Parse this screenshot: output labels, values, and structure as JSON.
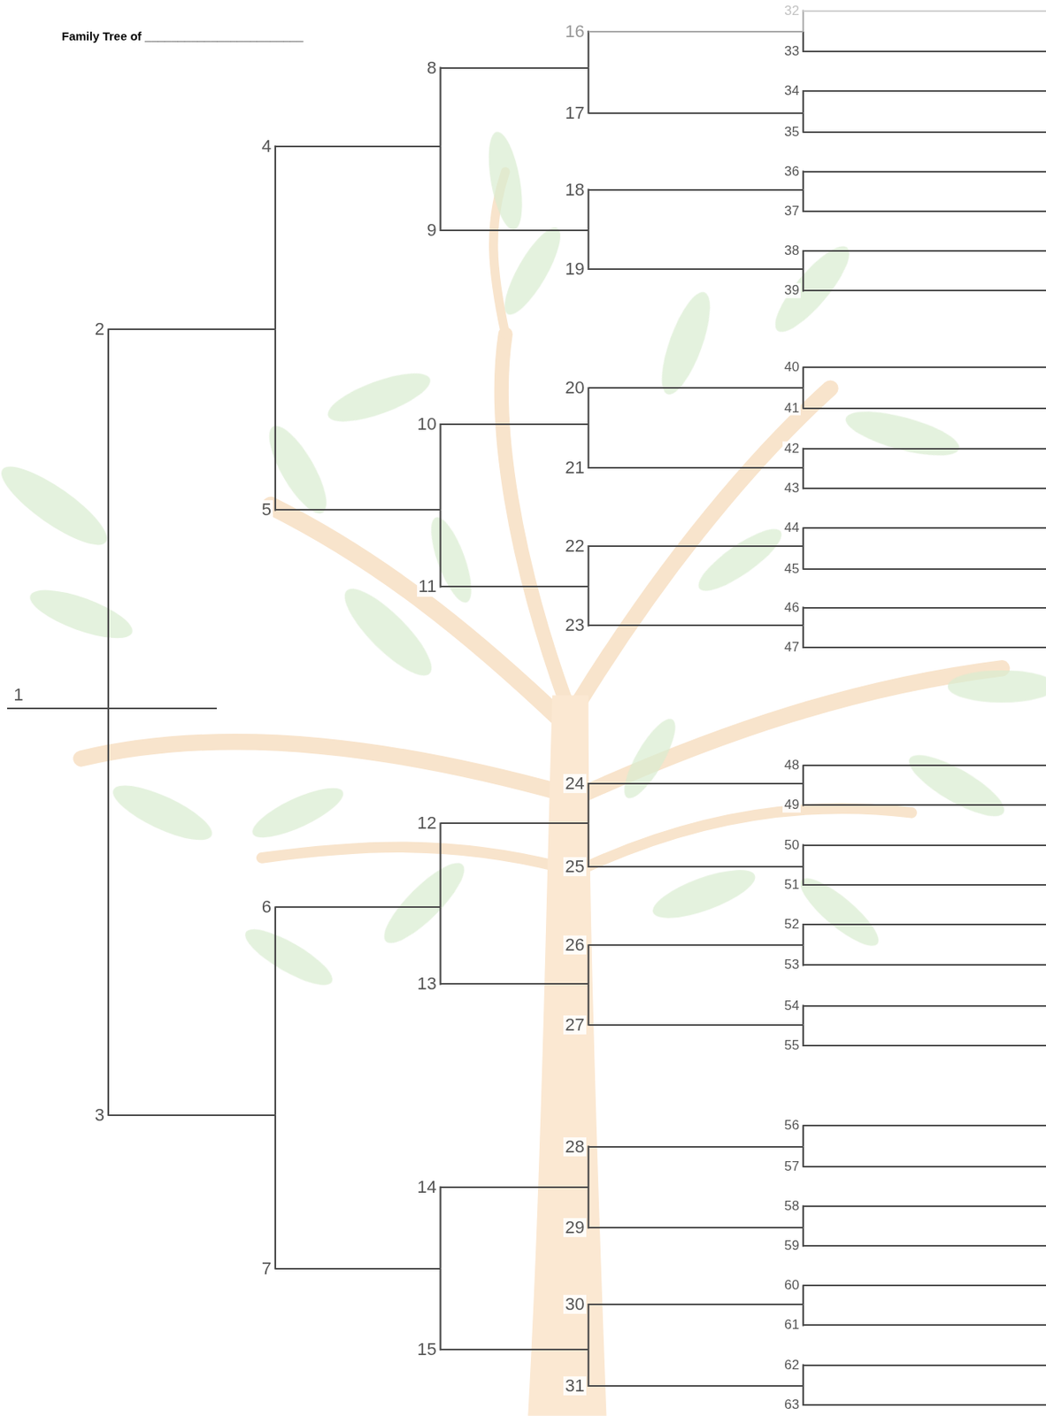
{
  "diagram": {
    "title": "Family Tree of ________________________",
    "nodes": [
      {
        "text": [
          "1"
        ]
      },
      {
        "text": [
          "2"
        ]
      },
      {
        "text": [
          "3"
        ]
      },
      {
        "text": [
          "4"
        ]
      },
      {
        "text": [
          "5"
        ]
      },
      {
        "text": [
          "6"
        ]
      },
      {
        "text": [
          "7"
        ]
      },
      {
        "text": [
          "8"
        ]
      },
      {
        "text": [
          "9"
        ]
      },
      {
        "text": [
          "10"
        ]
      },
      {
        "text": [
          "11"
        ]
      },
      {
        "text": [
          "12"
        ]
      },
      {
        "text": [
          "13"
        ]
      },
      {
        "text": [
          "14"
        ]
      },
      {
        "text": [
          "15"
        ]
      },
      {
        "text": [
          "16"
        ]
      },
      {
        "text": [
          "17"
        ]
      },
      {
        "text": [
          "18"
        ]
      },
      {
        "text": [
          "19"
        ]
      },
      {
        "text": [
          "20"
        ]
      },
      {
        "text": [
          "21"
        ]
      },
      {
        "text": [
          "22"
        ]
      },
      {
        "text": [
          "23"
        ]
      },
      {
        "text": [
          "24"
        ]
      },
      {
        "text": [
          "25"
        ]
      },
      {
        "text": [
          "26"
        ]
      },
      {
        "text": [
          "27"
        ]
      },
      {
        "text": [
          "28"
        ]
      },
      {
        "text": [
          "29"
        ]
      },
      {
        "text": [
          "30"
        ]
      },
      {
        "text": [
          "31"
        ]
      },
      {
        "text": [
          "32"
        ]
      },
      {
        "text": [
          "33"
        ]
      },
      {
        "text": [
          "34"
        ]
      },
      {
        "text": [
          "35"
        ]
      },
      {
        "text": [
          "36"
        ]
      },
      {
        "text": [
          "37"
        ]
      },
      {
        "text": [
          "38"
        ]
      },
      {
        "text": [
          "39"
        ]
      },
      {
        "text": [
          "40"
        ]
      },
      {
        "text": [
          "41"
        ]
      },
      {
        "text": [
          "42"
        ]
      },
      {
        "text": [
          "43"
        ]
      },
      {
        "text": [
          "44"
        ]
      },
      {
        "text": [
          "45"
        ]
      },
      {
        "text": [
          "46"
        ]
      },
      {
        "text": [
          "47"
        ]
      },
      {
        "text": [
          "48"
        ]
      },
      {
        "text": [
          "49"
        ]
      },
      {
        "text": [
          "50"
        ]
      },
      {
        "text": [
          "51"
        ]
      },
      {
        "text": [
          "52"
        ]
      },
      {
        "text": [
          "53"
        ]
      },
      {
        "text": [
          "54"
        ]
      },
      {
        "text": [
          "55"
        ]
      },
      {
        "text": [
          "56"
        ]
      },
      {
        "text": [
          "57"
        ]
      },
      {
        "text": [
          "58"
        ]
      },
      {
        "text": [
          "59"
        ]
      },
      {
        "text": [
          "60"
        ]
      },
      {
        "text": [
          "61"
        ]
      },
      {
        "text": [
          "62"
        ]
      },
      {
        "text": [
          "63"
        ]
      }
    ],
    "edges": [
      {
        "from": 0,
        "to": 1,
        "arrow": "none"
      },
      {
        "from": 0,
        "to": 2,
        "arrow": "none"
      },
      {
        "from": 1,
        "to": 3,
        "arrow": "none"
      },
      {
        "from": 1,
        "to": 4,
        "arrow": "none"
      },
      {
        "from": 2,
        "to": 5,
        "arrow": "none"
      },
      {
        "from": 2,
        "to": 6,
        "arrow": "none"
      },
      {
        "from": 3,
        "to": 7,
        "arrow": "none"
      },
      {
        "from": 3,
        "to": 8,
        "arrow": "none"
      },
      {
        "from": 4,
        "to": 9,
        "arrow": "none"
      },
      {
        "from": 4,
        "to": 10,
        "arrow": "none"
      },
      {
        "from": 5,
        "to": 11,
        "arrow": "none"
      },
      {
        "from": 5,
        "to": 12,
        "arrow": "none"
      },
      {
        "from": 6,
        "to": 13,
        "arrow": "none"
      },
      {
        "from": 6,
        "to": 14,
        "arrow": "none"
      },
      {
        "from": 7,
        "to": 15,
        "arrow": "none"
      },
      {
        "from": 7,
        "to": 16,
        "arrow": "none"
      },
      {
        "from": 8,
        "to": 17,
        "arrow": "none"
      },
      {
        "from": 8,
        "to": 18,
        "arrow": "none"
      },
      {
        "from": 9,
        "to": 19,
        "arrow": "none"
      },
      {
        "from": 9,
        "to": 20,
        "arrow": "none"
      },
      {
        "from": 10,
        "to": 21,
        "arrow": "none"
      },
      {
        "from": 10,
        "to": 22,
        "arrow": "none"
      },
      {
        "from": 11,
        "to": 23,
        "arrow": "none"
      },
      {
        "from": 11,
        "to": 24,
        "arrow": "none"
      },
      {
        "from": 12,
        "to": 25,
        "arrow": "none"
      },
      {
        "from": 12,
        "to": 26,
        "arrow": "none"
      },
      {
        "from": 13,
        "to": 27,
        "arrow": "none"
      },
      {
        "from": 13,
        "to": 28,
        "arrow": "none"
      },
      {
        "from": 14,
        "to": 29,
        "arrow": "none"
      },
      {
        "from": 14,
        "to": 30,
        "arrow": "none"
      },
      {
        "from": 15,
        "to": 31,
        "arrow": "none"
      },
      {
        "from": 15,
        "to": 32,
        "arrow": "none"
      },
      {
        "from": 16,
        "to": 33,
        "arrow": "none"
      },
      {
        "from": 16,
        "to": 34,
        "arrow": "none"
      },
      {
        "from": 17,
        "to": 35,
        "arrow": "none"
      },
      {
        "from": 17,
        "to": 36,
        "arrow": "none"
      },
      {
        "from": 18,
        "to": 37,
        "arrow": "none"
      },
      {
        "from": 18,
        "to": 38,
        "arrow": "none"
      },
      {
        "from": 19,
        "to": 39,
        "arrow": "none"
      },
      {
        "from": 19,
        "to": 40,
        "arrow": "none"
      },
      {
        "from": 20,
        "to": 41,
        "arrow": "none"
      },
      {
        "from": 20,
        "to": 42,
        "arrow": "none"
      },
      {
        "from": 21,
        "to": 43,
        "arrow": "none"
      },
      {
        "from": 21,
        "to": 44,
        "arrow": "none"
      },
      {
        "from": 22,
        "to": 45,
        "arrow": "none"
      },
      {
        "from": 22,
        "to": 46,
        "arrow": "none"
      },
      {
        "from": 23,
        "to": 47,
        "arrow": "none"
      },
      {
        "from": 23,
        "to": 48,
        "arrow": "none"
      },
      {
        "from": 24,
        "to": 49,
        "arrow": "none"
      },
      {
        "from": 24,
        "to": 50,
        "arrow": "none"
      },
      {
        "from": 25,
        "to": 51,
        "arrow": "none"
      },
      {
        "from": 25,
        "to": 52,
        "arrow": "none"
      },
      {
        "from": 26,
        "to": 53,
        "arrow": "none"
      },
      {
        "from": 26,
        "to": 54,
        "arrow": "none"
      },
      {
        "from": 27,
        "to": 55,
        "arrow": "none"
      },
      {
        "from": 27,
        "to": 56,
        "arrow": "none"
      },
      {
        "from": 28,
        "to": 57,
        "arrow": "none"
      },
      {
        "from": 28,
        "to": 58,
        "arrow": "none"
      },
      {
        "from": 29,
        "to": 59,
        "arrow": "none"
      },
      {
        "from": 29,
        "to": 60,
        "arrow": "none"
      },
      {
        "from": 30,
        "to": 61,
        "arrow": "none"
      },
      {
        "from": 30,
        "to": 62,
        "arrow": "none"
      }
    ]
  }
}
